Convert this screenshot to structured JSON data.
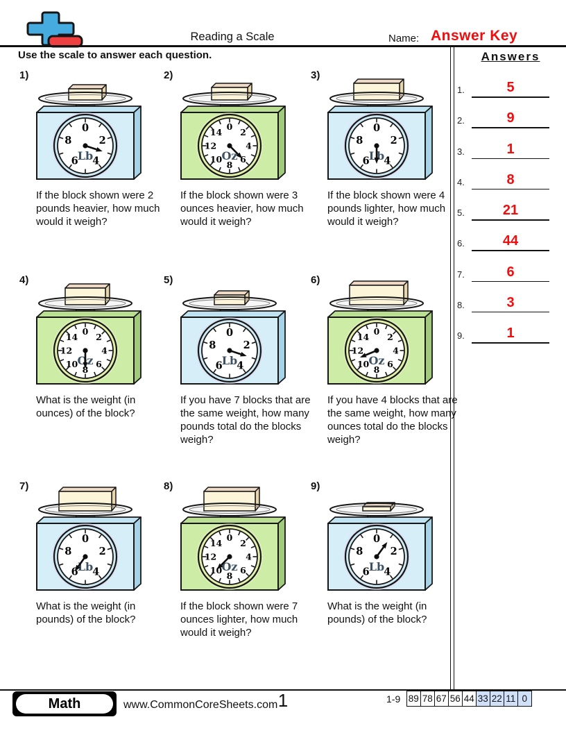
{
  "header": {
    "title": "Reading a Scale",
    "name_label": "Name:",
    "name_value": "Answer Key",
    "instruction": "Use the scale to answer each question.",
    "logo": "plus-minus-math-icon"
  },
  "answers_panel": {
    "title": "Answers",
    "items": [
      {
        "num": "1.",
        "value": "5"
      },
      {
        "num": "2.",
        "value": "9"
      },
      {
        "num": "3.",
        "value": "1"
      },
      {
        "num": "4.",
        "value": "8"
      },
      {
        "num": "5.",
        "value": "21"
      },
      {
        "num": "6.",
        "value": "44"
      },
      {
        "num": "7.",
        "value": "6"
      },
      {
        "num": "8.",
        "value": "3"
      },
      {
        "num": "9.",
        "value": "1"
      }
    ]
  },
  "problems": [
    {
      "num": "1)",
      "question": "If the block shown were 2 pounds heavier, how much would it weigh?",
      "scale": {
        "unit": "Lb",
        "max": 10,
        "value": 3,
        "scheme": "blue",
        "block_w": 48,
        "block_h": 16
      }
    },
    {
      "num": "2)",
      "question": "If the block shown were 3 ounces heavier, how much would it weigh?",
      "scale": {
        "unit": "Oz",
        "max": 16,
        "value": 6,
        "scheme": "green",
        "block_w": 52,
        "block_h": 18
      }
    },
    {
      "num": "3)",
      "question": "If the block shown were 4 pounds lighter, how much would it weigh?",
      "scale": {
        "unit": "Lb",
        "max": 10,
        "value": 5,
        "scheme": "blue",
        "block_w": 66,
        "block_h": 24
      }
    },
    {
      "num": "4)",
      "question": "What is the weight (in ounces) of the block?",
      "scale": {
        "unit": "Oz",
        "max": 16,
        "value": 8,
        "scheme": "green",
        "block_w": 58,
        "block_h": 24
      }
    },
    {
      "num": "5)",
      "question": "If you have 7 blocks that are the same weight, how many pounds total do the blocks weigh?",
      "scale": {
        "unit": "Lb",
        "max": 10,
        "value": 3,
        "scheme": "blue",
        "block_w": 44,
        "block_h": 14
      }
    },
    {
      "num": "6)",
      "question": "If you have 4 blocks that are the same weight, how many ounces total do the blocks weigh?",
      "scale": {
        "unit": "Oz",
        "max": 16,
        "value": 11,
        "scheme": "green",
        "block_w": 78,
        "block_h": 28
      }
    },
    {
      "num": "7)",
      "question": "What is the weight (in pounds) of the block?",
      "scale": {
        "unit": "Lb",
        "max": 10,
        "value": 6,
        "scheme": "blue",
        "block_w": 76,
        "block_h": 28
      }
    },
    {
      "num": "8)",
      "question": "If the block shown were 7 ounces lighter, how much would it weigh?",
      "scale": {
        "unit": "Oz",
        "max": 16,
        "value": 10,
        "scheme": "green",
        "block_w": 74,
        "block_h": 28
      }
    },
    {
      "num": "9)",
      "question": "What is the weight (in pounds) of the block?",
      "scale": {
        "unit": "Lb",
        "max": 10,
        "value": 1,
        "scheme": "blue",
        "block_w": 40,
        "block_h": 6
      }
    }
  ],
  "footer": {
    "subject": "Math",
    "website": "www.CommonCoreSheets.com",
    "page": "1",
    "range_label": "1-9",
    "score_cells": [
      {
        "v": "89",
        "hl": false
      },
      {
        "v": "78",
        "hl": false
      },
      {
        "v": "67",
        "hl": false
      },
      {
        "v": "56",
        "hl": false
      },
      {
        "v": "44",
        "hl": false
      },
      {
        "v": "33",
        "hl": true
      },
      {
        "v": "22",
        "hl": true
      },
      {
        "v": "11",
        "hl": true
      },
      {
        "v": "0",
        "hl": true
      }
    ]
  },
  "colors": {
    "accent_red": "#f10d0d",
    "ink": "#161616",
    "score_highlight": "#cfe0f8",
    "logo_blue": "#46abdf",
    "logo_red": "#ee4040",
    "schemes": {
      "blue": {
        "body": "#d5eef8",
        "side": "#a6d3e6",
        "top": "#c0e3f1",
        "ring": "#cfe9f5",
        "halo": "#ddd5ef"
      },
      "green": {
        "body": "#cdeca6",
        "side": "#a2ca7c",
        "top": "#badf93",
        "ring": "#e2f0ab",
        "halo": "#e9f2c9"
      }
    },
    "block": {
      "front": "#fdf5da",
      "top": "#eed9c6",
      "side": "#e9d5ac"
    },
    "platter": "#f7f7f7",
    "dial_label": "#3e5264"
  }
}
